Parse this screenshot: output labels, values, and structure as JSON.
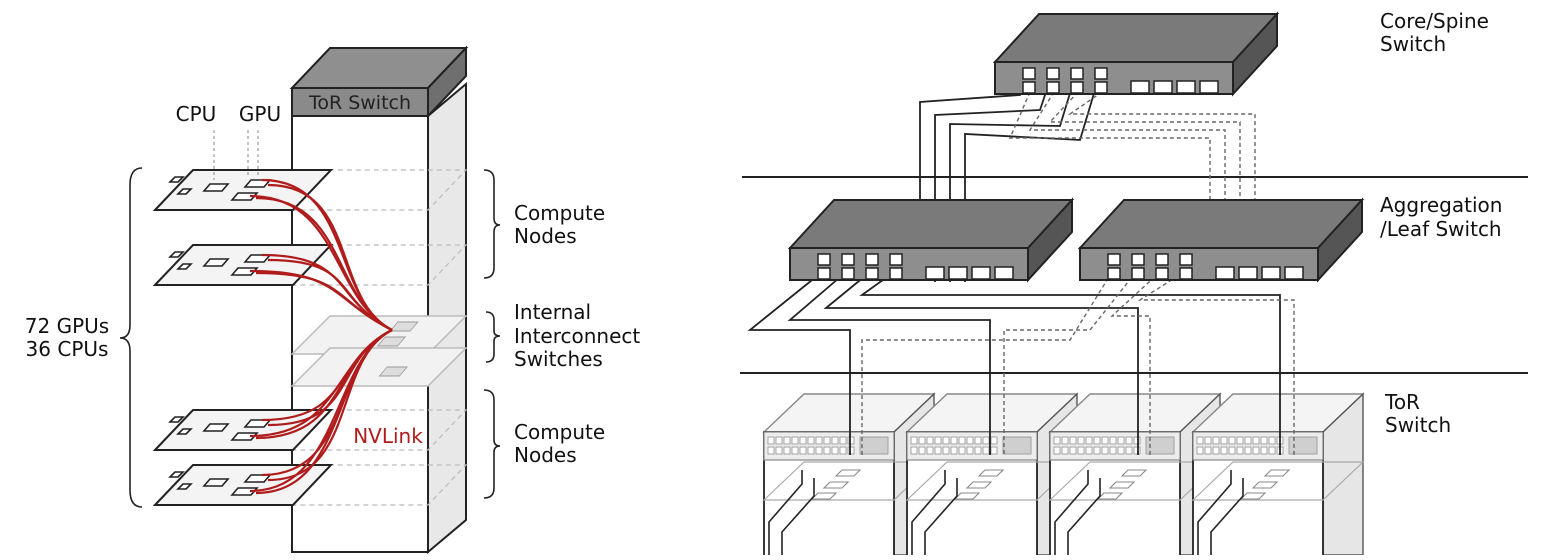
{
  "rack": {
    "tor_label": "ToR Switch",
    "cpu_label": "CPU",
    "gpu_label": "GPU",
    "count_line1": "72 GPUs",
    "count_line2": "36 CPUs",
    "compute_nodes_top": [
      "Compute",
      "Nodes"
    ],
    "interconnect": [
      "Internal",
      "Interconnect",
      "Switches"
    ],
    "compute_nodes_bottom": [
      "Compute",
      "Nodes"
    ],
    "nvlink_label": "NVLink",
    "nvlink_color": "#b01c1c"
  },
  "network": {
    "core_label": [
      "Core/Spine",
      "Switch"
    ],
    "agg_label": [
      "Aggregation",
      "/Leaf Switch"
    ],
    "tor_label": [
      "ToR",
      "Switch"
    ]
  },
  "colors": {
    "switch_top": "#7a7a7a",
    "switch_front": "#8e8e8e",
    "switch_side": "#555555",
    "rack_side": "#e6e6e6"
  }
}
